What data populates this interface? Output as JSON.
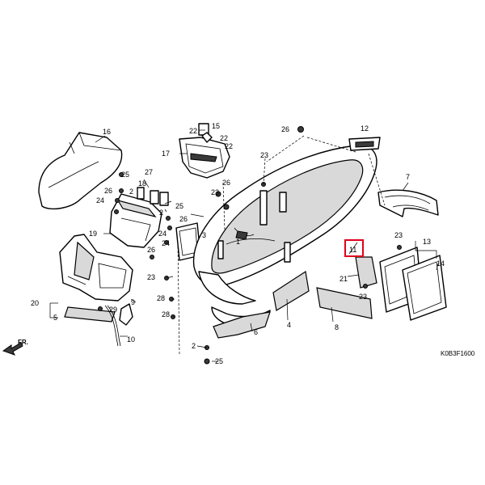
{
  "diagram": {
    "code": "K0B3F1600",
    "direction_label": "FR.",
    "highlight_color": "#e0001b",
    "highlighted_callout": "11",
    "callouts": {
      "c1": "1",
      "c2a": "2",
      "c2b": "2",
      "c2c": "2",
      "c3": "3",
      "c4": "4",
      "c5": "5",
      "c6": "6",
      "c7": "7",
      "c8": "8",
      "c9": "9",
      "c10": "10",
      "c11": "11",
      "c12": "12",
      "c13": "13",
      "c14": "14",
      "c15": "15",
      "c16": "16",
      "c17": "17",
      "c18": "18",
      "c19": "19",
      "c20": "20",
      "c21": "21",
      "c22a": "22",
      "c22b": "22",
      "c22c": "22",
      "c23a": "23",
      "c23b": "23",
      "c23c": "23",
      "c23d": "23",
      "c23e": "23",
      "c24a": "24",
      "c24b": "24",
      "c24c": "24",
      "c25a": "25",
      "c25b": "25",
      "c25c": "25",
      "c26a": "26",
      "c26b": "26",
      "c26c": "26",
      "c26d": "26",
      "c26e": "26",
      "c27": "27",
      "c28a": "28",
      "c28b": "28",
      "c29": "29"
    }
  }
}
